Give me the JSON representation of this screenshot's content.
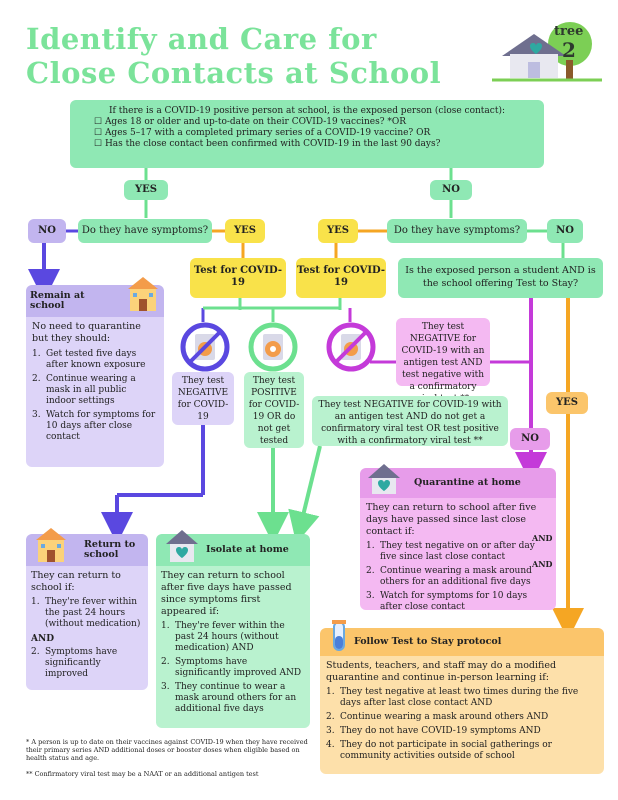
{
  "title": {
    "line1": "Identify    and  Care  for",
    "line2": "Close  Contacts     at  School"
  },
  "logo": {
    "text": "tree",
    "number": "2"
  },
  "top_question": {
    "intro": "If there is a COVID-19 positive  person  at school, is the exposed person (close contact):",
    "items": [
      "Ages  18  or older  and  up-to-date    on their  COVID-19  vaccines? *OR",
      "Ages  5–17  with a completed    primary  series  of a COVID-19  vaccine? OR",
      "Has  the  close  contact   been    confirmed   with COVID-19  in the last 90 days?"
    ]
  },
  "labels": {
    "yes_left": "YES",
    "no_right": "NO",
    "no_far_left": "NO",
    "symptoms_left": "Do they have symptoms?",
    "yes_mid_left": "YES",
    "yes_mid_right": "YES",
    "symptoms_right": "Do they have symptoms?",
    "no_far_right": "NO",
    "test_left": "Test      for COVID-19",
    "test_right": "Test      for COVID-19",
    "student_question": "Is the exposed   person  a student  AND is the school  offering Test to Stay?",
    "negative_left": "They test NEGATIVE for COVID-19",
    "positive": "They test POSITIVE for COVID-19 OR  do  not get  tested",
    "negative_antigen": "They test NEGATIVE for COVID-19 with an antigen test AND test negative with a confirmatory viral test **",
    "negative_no_confirm": "They test NEGATIVE    for COVID-19 with an antigen test AND   do not  get a confirmatory viral test OR   test positive with a confirmatory viral test **",
    "yes_far_right": "YES",
    "no_student": "NO"
  },
  "remain": {
    "title": "Remain at  school",
    "intro": "No  need  to quarantine but  they should:",
    "items": [
      "Get tested five days after known exposure",
      "Continue  wearing a mask    in all public indoor  settings",
      "Watch for symptoms for 10 days    after close contact"
    ]
  },
  "return": {
    "title": "Return to  school",
    "intro": "They can return to school if:",
    "items": [
      "They're fever within the past 24 hours (without medication)"
    ],
    "and": "AND",
    "items2": [
      "Symptoms have significantly improved"
    ]
  },
  "isolate": {
    "title": "Isolate     at home",
    "intro": "They can return to school after five days   have passed  since symptoms first appeared  if:",
    "items": [
      "They're fever within the past 24 hours (without medication) AND",
      "Symptoms have significantly improved AND",
      "They continue to wear a mask  around  others for an additional five days"
    ]
  },
  "quarantine": {
    "title": "Quarantine       at  home",
    "intro": "They can return to school  after five days have passed  since last close contact if:",
    "items": [
      "They test  negative on or after day five since last close contact",
      "Continue wearing a mask around others for an additional five days",
      "Watch for symptoms for 10 days after close contact"
    ],
    "and1": "AND",
    "and2": "AND"
  },
  "follow": {
    "title": "Follow    Test    to    Stay protocol",
    "intro": "Students,  teachers,  and staff may do  a modified quarantine  and continue in-person learning if:",
    "items": [
      "They test negative at least two times during the five days     after last close contact  AND",
      "Continue  wearing a mask around  others      AND",
      "They do not have COVID-19 symptoms               AND",
      "They do not participate in social gatherings  or community activities outside  of school"
    ]
  },
  "footnotes": {
    "one": "* A person is up to date on their vaccines against COVID-19 when they have received their primary series AND additional doses or booster doses when eligible based on health status and age.",
    "two": "** Confirmatory viral test may be a NAAT or an additional antigen test"
  },
  "colors": {
    "title": "#7be39a",
    "green": "#8fe8b4",
    "yellow": "#f9e24a",
    "purple": "#5a48e0",
    "magenta": "#c43ad9",
    "orange": "#f5a623"
  }
}
